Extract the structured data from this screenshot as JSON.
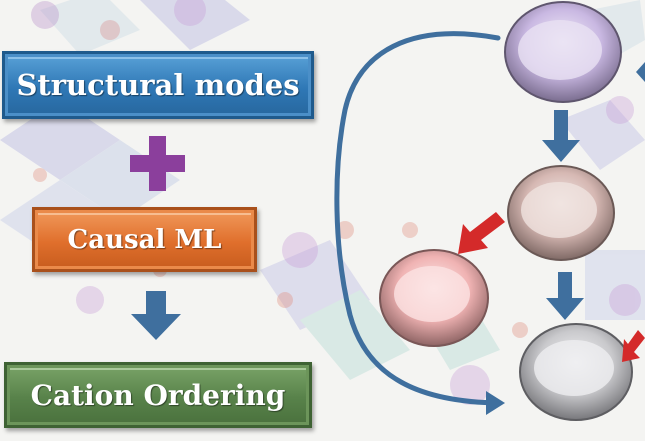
{
  "workflow": {
    "steps": [
      {
        "label": "Structural modes",
        "color": "#2f78b6"
      },
      {
        "label": "Causal ML",
        "color": "#e06f2c"
      },
      {
        "label": "Cation Ordering",
        "color": "#58824a"
      }
    ],
    "connectors": [
      {
        "from": "Structural modes",
        "to": "Causal ML",
        "symbol": "plus-icon",
        "color": "#8b3f9c"
      },
      {
        "from": "Causal ML",
        "to": "Cation Ordering",
        "symbol": "arrow-down-icon",
        "color": "#3f6f9e"
      }
    ]
  },
  "schematic": {
    "discs": [
      {
        "name": "top-disc",
        "tint": "#c9b8e2"
      },
      {
        "name": "middle-disc",
        "tint": "#d6b8b3"
      },
      {
        "name": "left-disc",
        "tint": "#f0b3b3"
      },
      {
        "name": "bottom-disc",
        "tint": "#c9c9cc"
      }
    ],
    "arrow_colors": {
      "flow": "#3f6f9e",
      "highlight": "#d42a2a"
    }
  }
}
